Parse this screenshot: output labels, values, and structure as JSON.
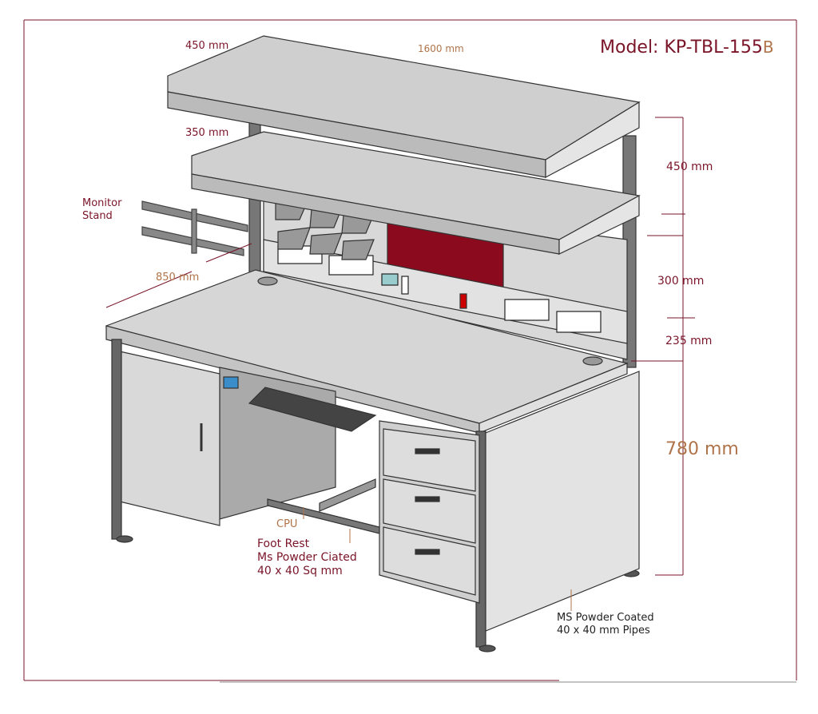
{
  "title": {
    "model": "Model: KP-TBL-155",
    "suffix": "B"
  },
  "dimensions": {
    "top_shelf_depth": "450 mm",
    "width": "1600 mm",
    "second_shelf_depth": "350 mm",
    "desk_depth": "850 mm",
    "upper_gap": "450 mm",
    "middle_gap": "300 mm",
    "lower_gap": "235 mm",
    "desk_height": "780 mm"
  },
  "labels": {
    "monitor_stand": [
      "Monitor",
      "Stand"
    ],
    "cpu": "CPU",
    "foot_rest": [
      "Foot Rest",
      "Ms Powder Ciated",
      "40 x 40 Sq mm"
    ],
    "pipes": [
      "MS Powder Coated",
      "40 x 40 mm Pipes"
    ]
  },
  "colors": {
    "maroon": "#7a1428",
    "tan": "#b0744a",
    "panel_red": "#8b0a1e",
    "metal": "#d4d4d4"
  }
}
